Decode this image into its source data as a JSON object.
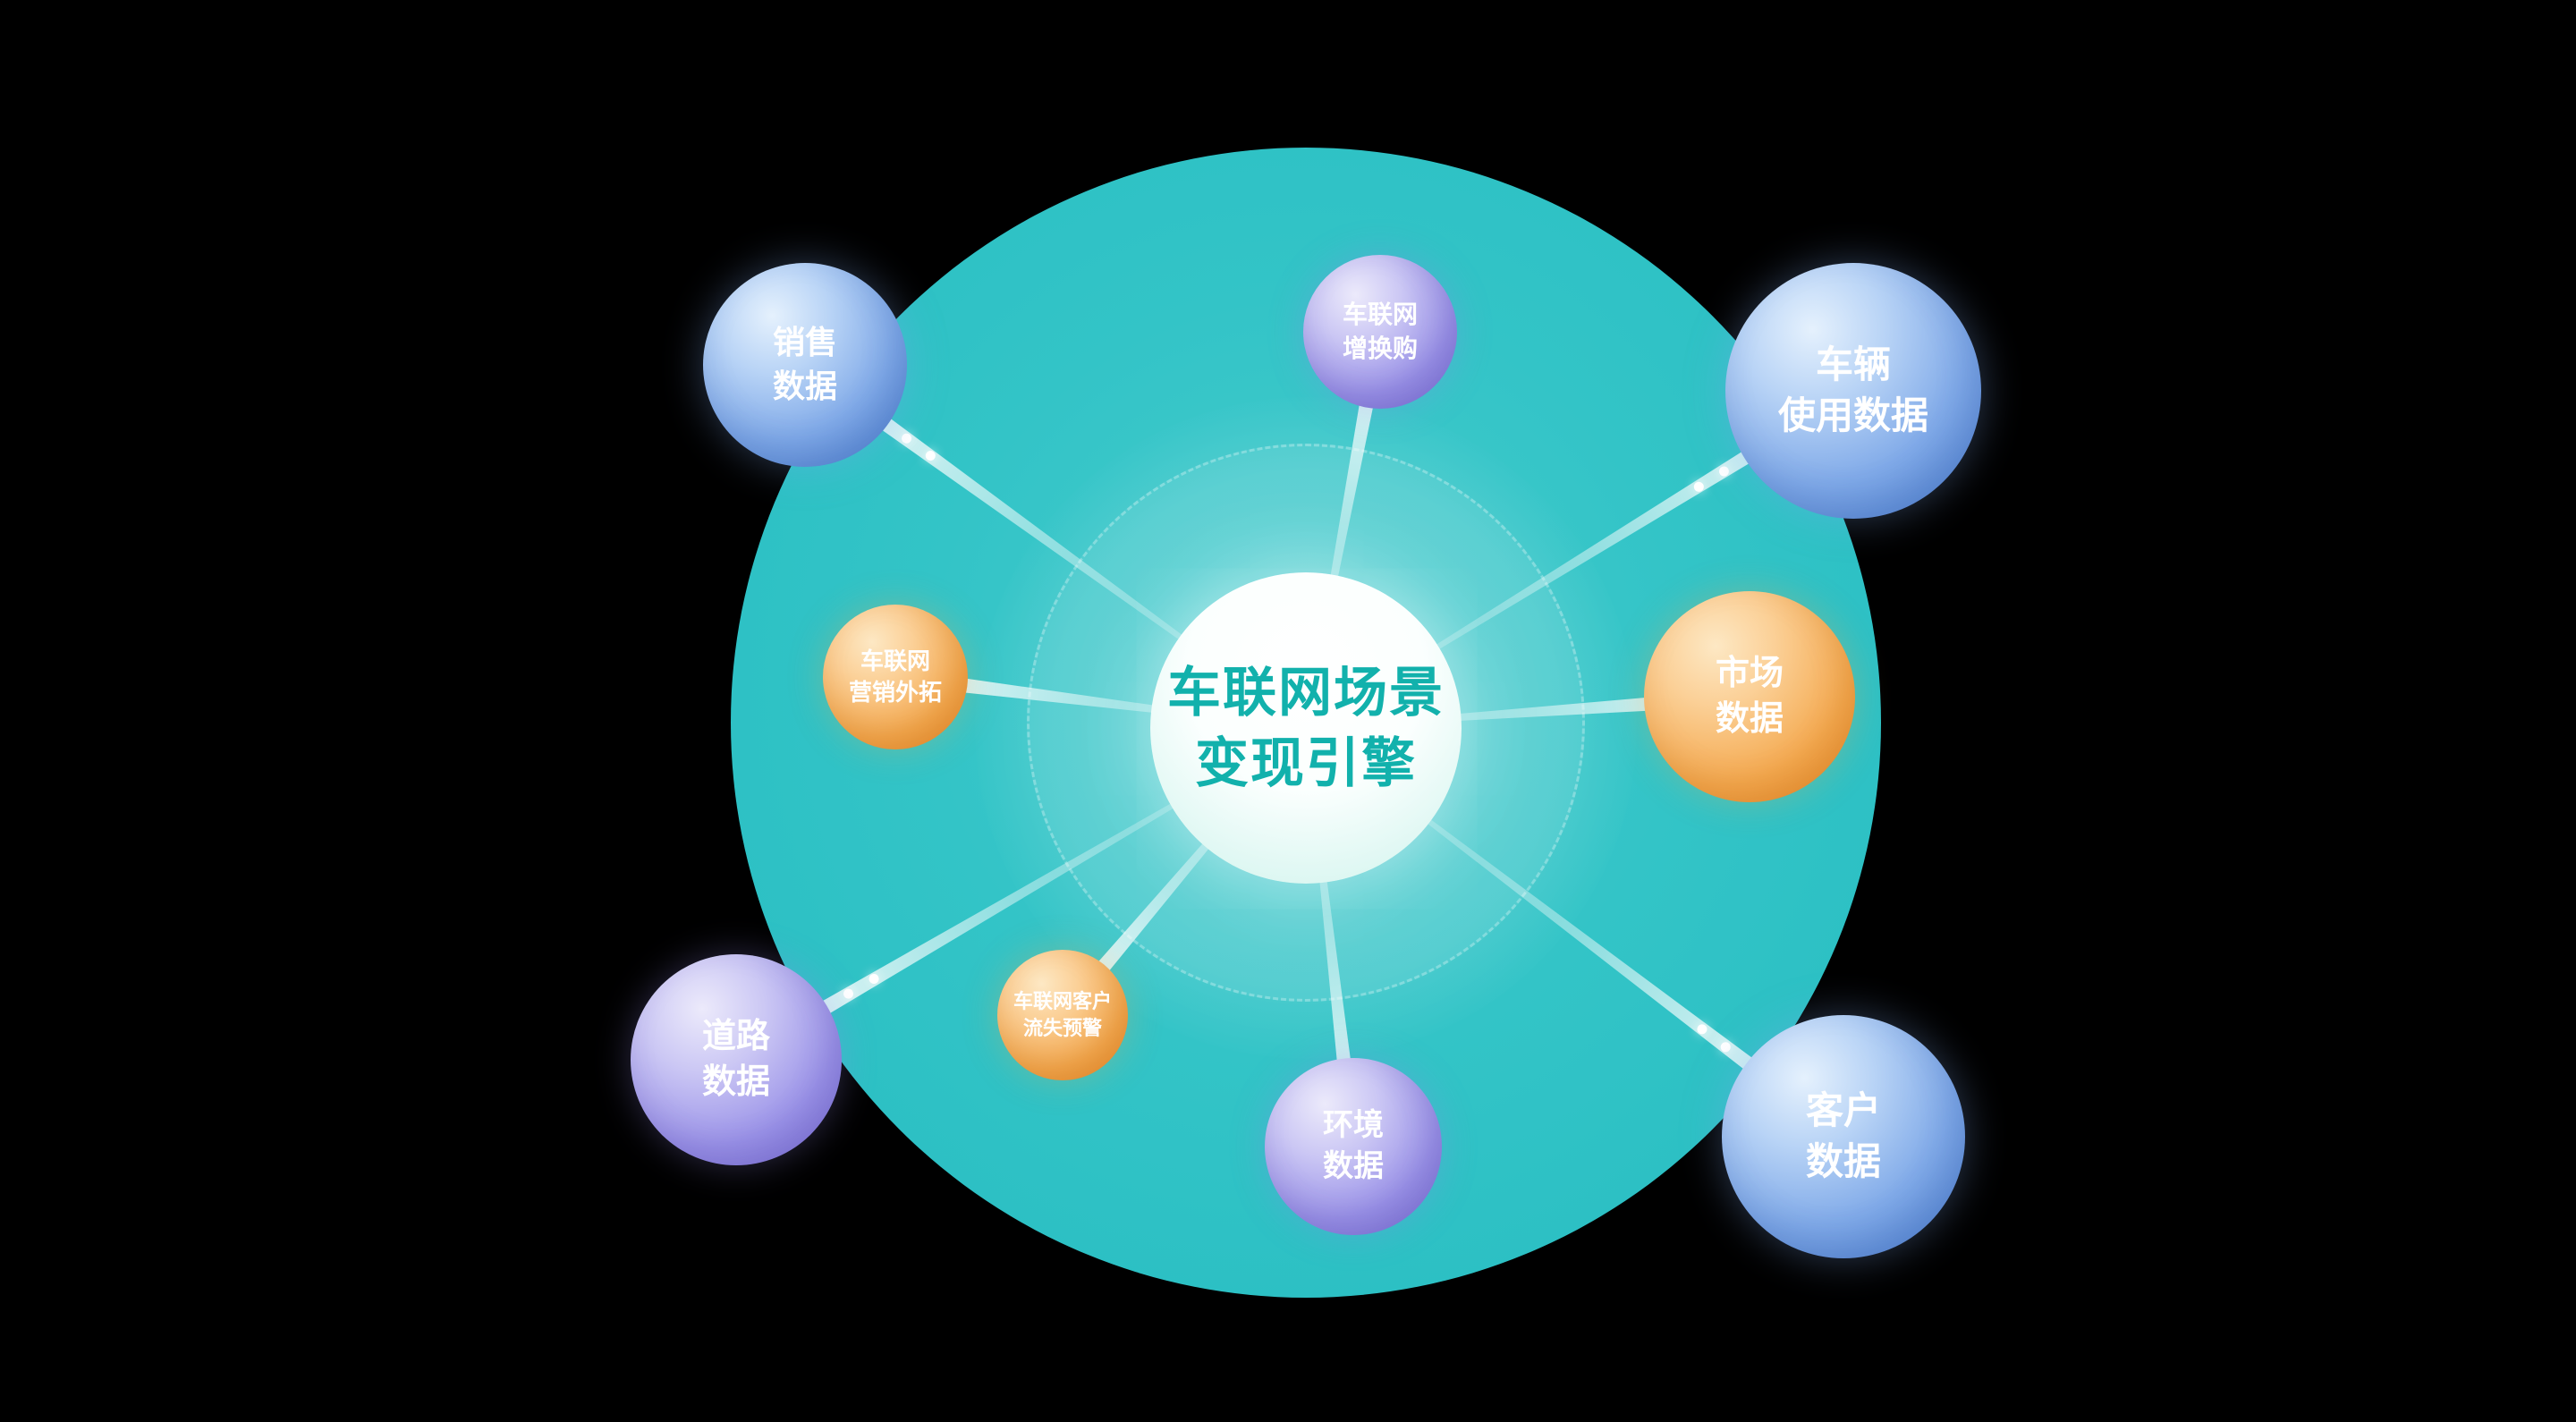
{
  "diagram": {
    "center": {
      "line1": "车联网场景",
      "line2": "变现引擎"
    },
    "nodes": [
      {
        "id": "sales-data",
        "line1": "销售",
        "line2": "数据",
        "color": "blue"
      },
      {
        "id": "iov-trade-in-upgrade",
        "line1": "车联网",
        "line2": "增换购",
        "color": "purple"
      },
      {
        "id": "vehicle-usage-data",
        "line1": "车辆",
        "line2": "使用数据",
        "color": "blue"
      },
      {
        "id": "iov-marketing-expansion",
        "line1": "车联网",
        "line2": "营销外拓",
        "color": "orange"
      },
      {
        "id": "market-data",
        "line1": "市场",
        "line2": "数据",
        "color": "orange"
      },
      {
        "id": "road-data",
        "line1": "道路",
        "line2": "数据",
        "color": "purple"
      },
      {
        "id": "iov-customer-churn-warning",
        "line1": "车联网客户",
        "line2": "流失预警",
        "color": "orange"
      },
      {
        "id": "environment-data",
        "line1": "环境",
        "line2": "数据",
        "color": "purple"
      },
      {
        "id": "customer-data",
        "line1": "客户",
        "line2": "数据",
        "color": "blue"
      }
    ],
    "colors": {
      "background": "#000000",
      "backdrop_teal": "#2ec2c5",
      "center_text": "#12b1ac",
      "blue_sphere": "#5b8cd8",
      "purple_sphere": "#837add",
      "orange_sphere": "#ee9331",
      "node_text": "#ffffff",
      "beam": "#ffffff"
    }
  }
}
